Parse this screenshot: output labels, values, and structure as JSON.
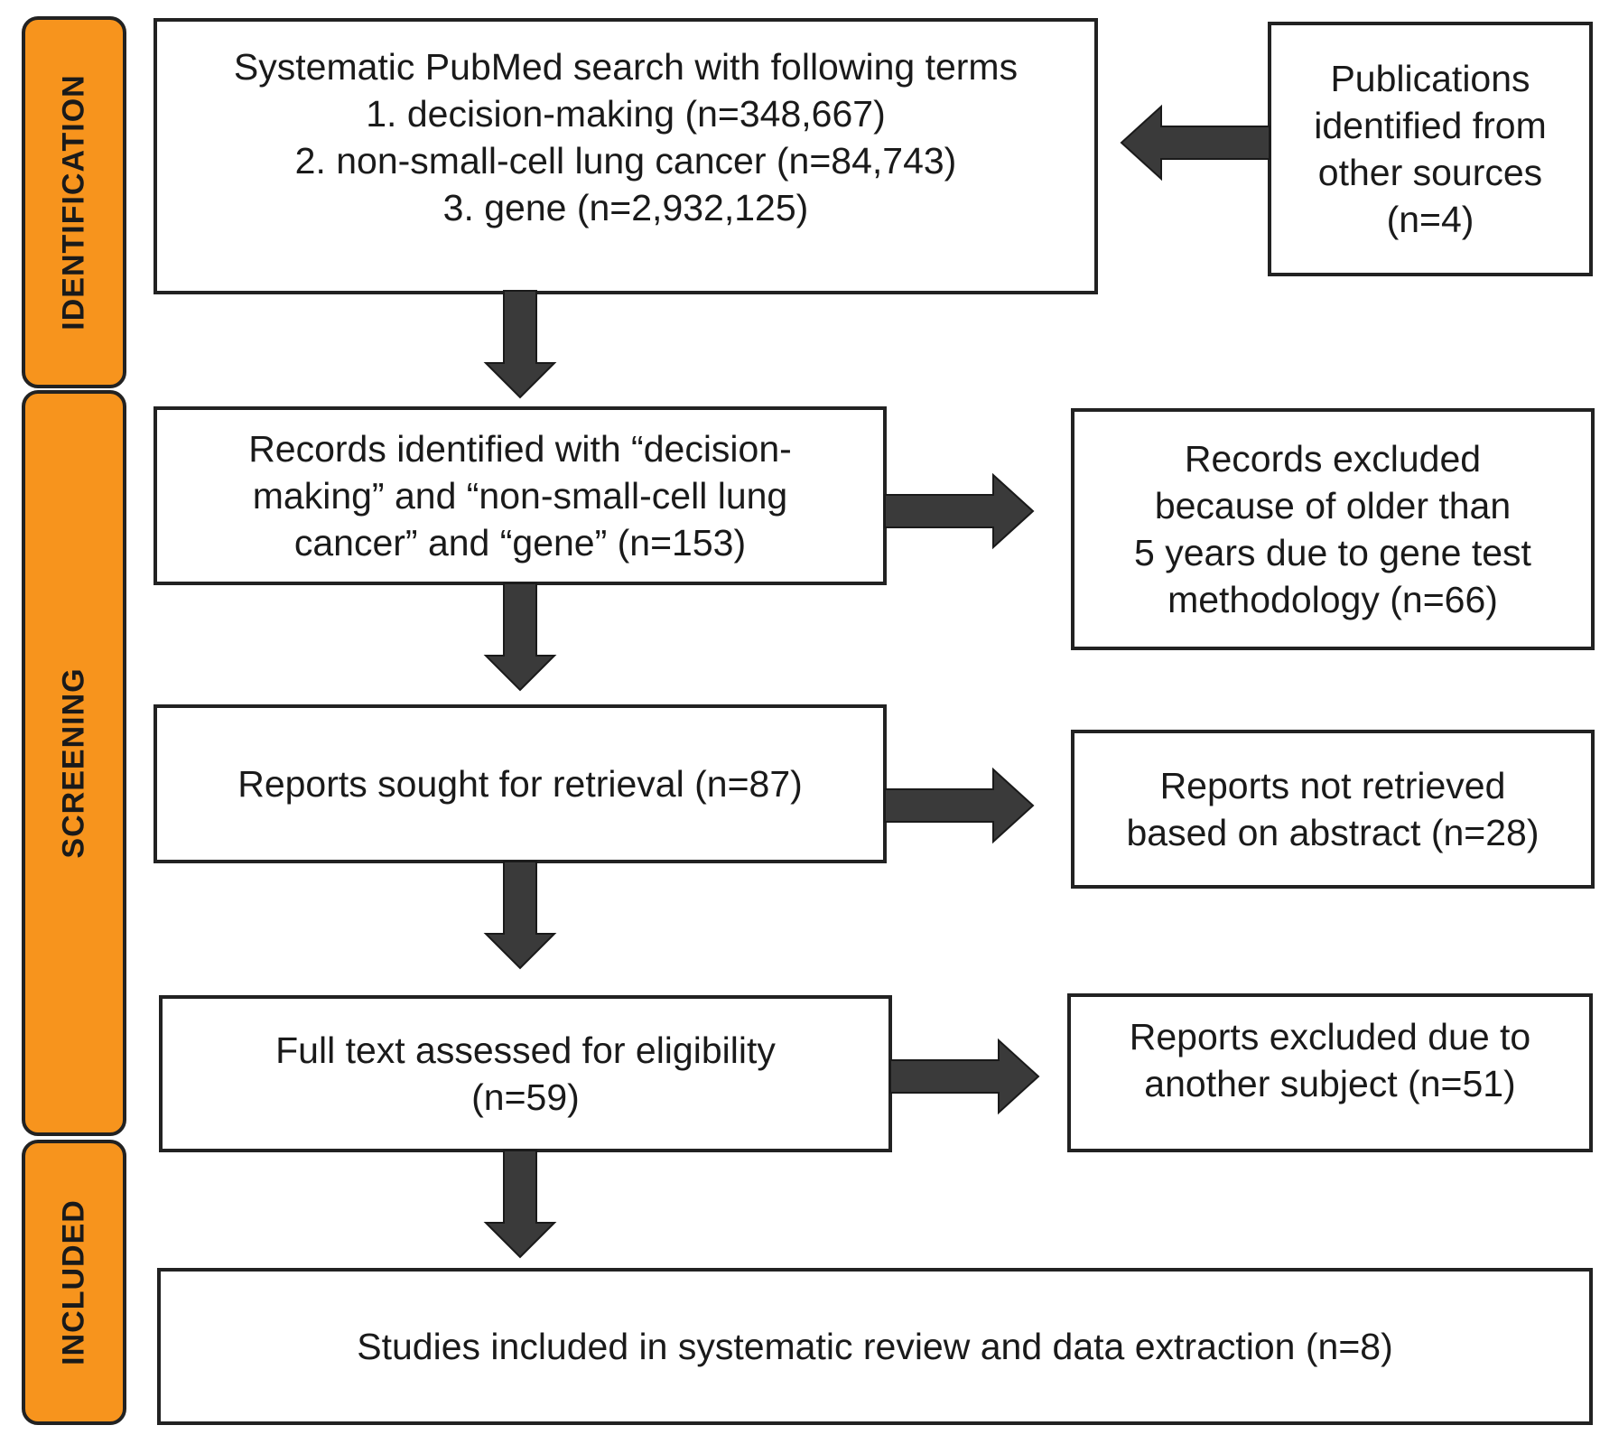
{
  "stages": {
    "identification": "IDENTIFICATION",
    "screening": "SCREENING",
    "included": "INCLUDED"
  },
  "boxes": {
    "search": [
      "Systematic PubMed search with following terms",
      "1. decision-making (n=348,667)",
      "2. non-small-cell lung cancer (n=84,743)",
      "3. gene (n=2,932,125)"
    ],
    "other_sources": [
      "Publications",
      "identified from",
      "other sources",
      "(n=4)"
    ],
    "records_identified": [
      "Records identified with “decision-",
      "making” and “non-small-cell lung",
      "cancer” and “gene” (n=153)"
    ],
    "records_excluded": [
      "Records excluded",
      "because of older than",
      "5 years due to gene test",
      "methodology (n=66)"
    ],
    "reports_sought": [
      "Reports sought for retrieval (n=87)"
    ],
    "reports_not_retrieved": [
      "Reports not retrieved",
      "based on abstract (n=28)"
    ],
    "full_text": [
      "Full text assessed for eligibility",
      "(n=59)"
    ],
    "reports_excluded": [
      "Reports excluded due to",
      "another subject (n=51)"
    ],
    "studies_included": [
      "Studies included in systematic review and data extraction (n=8)"
    ]
  },
  "colors": {
    "stage_fill": "#f7941d",
    "arrow_fill": "#3a3a3a",
    "border": "#222222"
  }
}
